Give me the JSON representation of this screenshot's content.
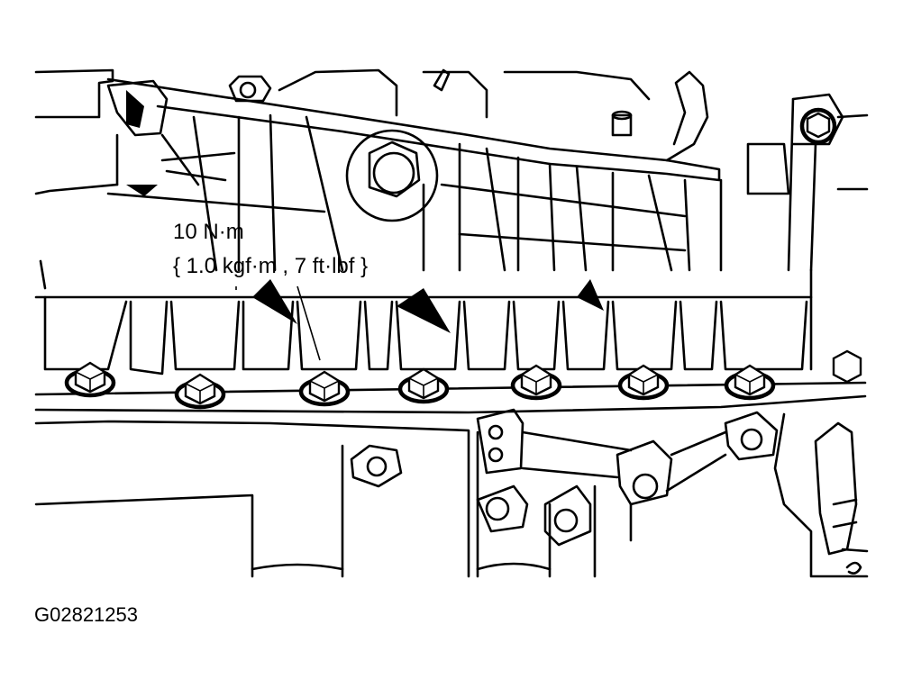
{
  "annotation": {
    "torque_value": "10 N·m",
    "torque_alt": "{ 1.0 kgf·m , 7 ft·lbf }"
  },
  "figure_code": "G02821253",
  "bolts": {
    "count": 7
  },
  "colors": {
    "line": "#000000",
    "background": "#ffffff"
  }
}
